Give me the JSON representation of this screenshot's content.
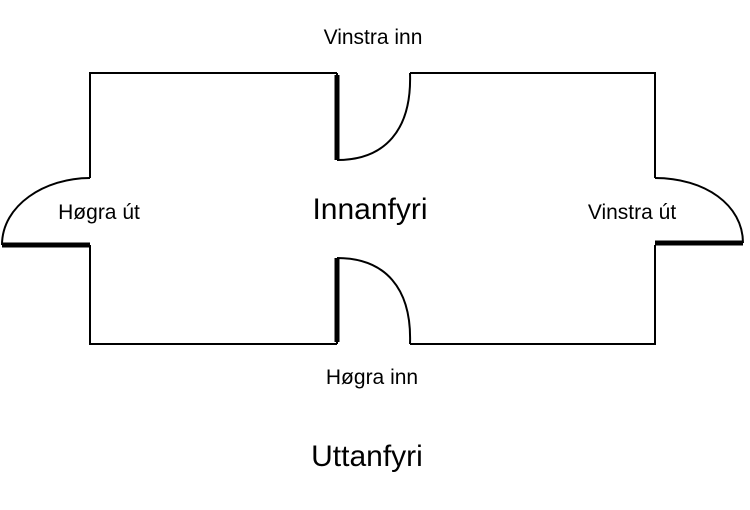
{
  "labels": {
    "inside": "Innanfyri",
    "outside": "Uttanfyri",
    "top_door": "Vinstra inn",
    "bottom_door": "Høgra inn",
    "left_door": "Høgra út",
    "right_door": "Vinstra út"
  },
  "colors": {
    "line": "#000000",
    "background": "#ffffff"
  }
}
